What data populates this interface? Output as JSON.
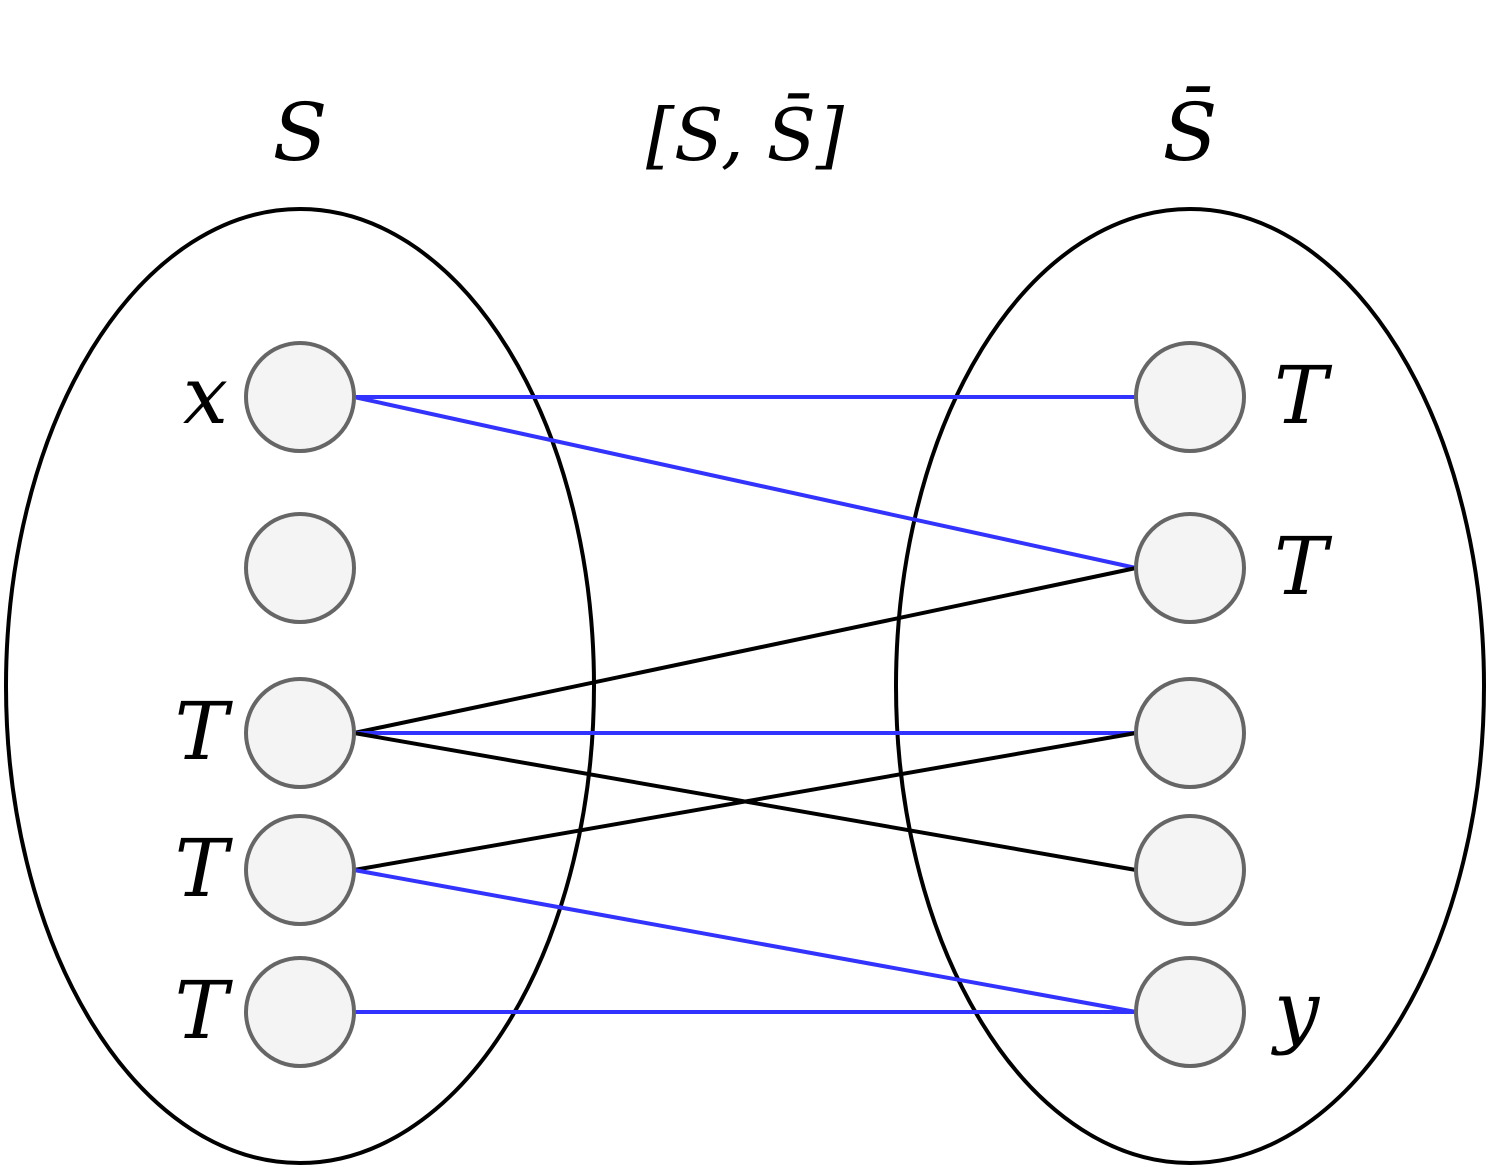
{
  "labels": {
    "left_set": "S",
    "right_set": "S̄",
    "cut": "[S, S̄]"
  },
  "colors": {
    "blue_edge": "#3333ff",
    "black_edge": "#000000",
    "node_fill": "#f4f4f4",
    "node_stroke": "#666666"
  },
  "left_nodes": [
    {
      "id": "L1",
      "label": "x"
    },
    {
      "id": "L2",
      "label": ""
    },
    {
      "id": "L3",
      "label": "T"
    },
    {
      "id": "L4",
      "label": "T"
    },
    {
      "id": "L5",
      "label": "T"
    }
  ],
  "right_nodes": [
    {
      "id": "R1",
      "label": "T"
    },
    {
      "id": "R2",
      "label": "T"
    },
    {
      "id": "R3",
      "label": ""
    },
    {
      "id": "R4",
      "label": ""
    },
    {
      "id": "R5",
      "label": "y"
    }
  ],
  "edges": [
    {
      "from": "L1",
      "to": "R1",
      "color": "blue"
    },
    {
      "from": "L1",
      "to": "R2",
      "color": "blue"
    },
    {
      "from": "L3",
      "to": "R2",
      "color": "black"
    },
    {
      "from": "L3",
      "to": "R3",
      "color": "blue"
    },
    {
      "from": "L3",
      "to": "R4",
      "color": "black"
    },
    {
      "from": "L4",
      "to": "R3",
      "color": "black"
    },
    {
      "from": "L4",
      "to": "R5",
      "color": "blue"
    },
    {
      "from": "L5",
      "to": "R5",
      "color": "blue"
    }
  ]
}
